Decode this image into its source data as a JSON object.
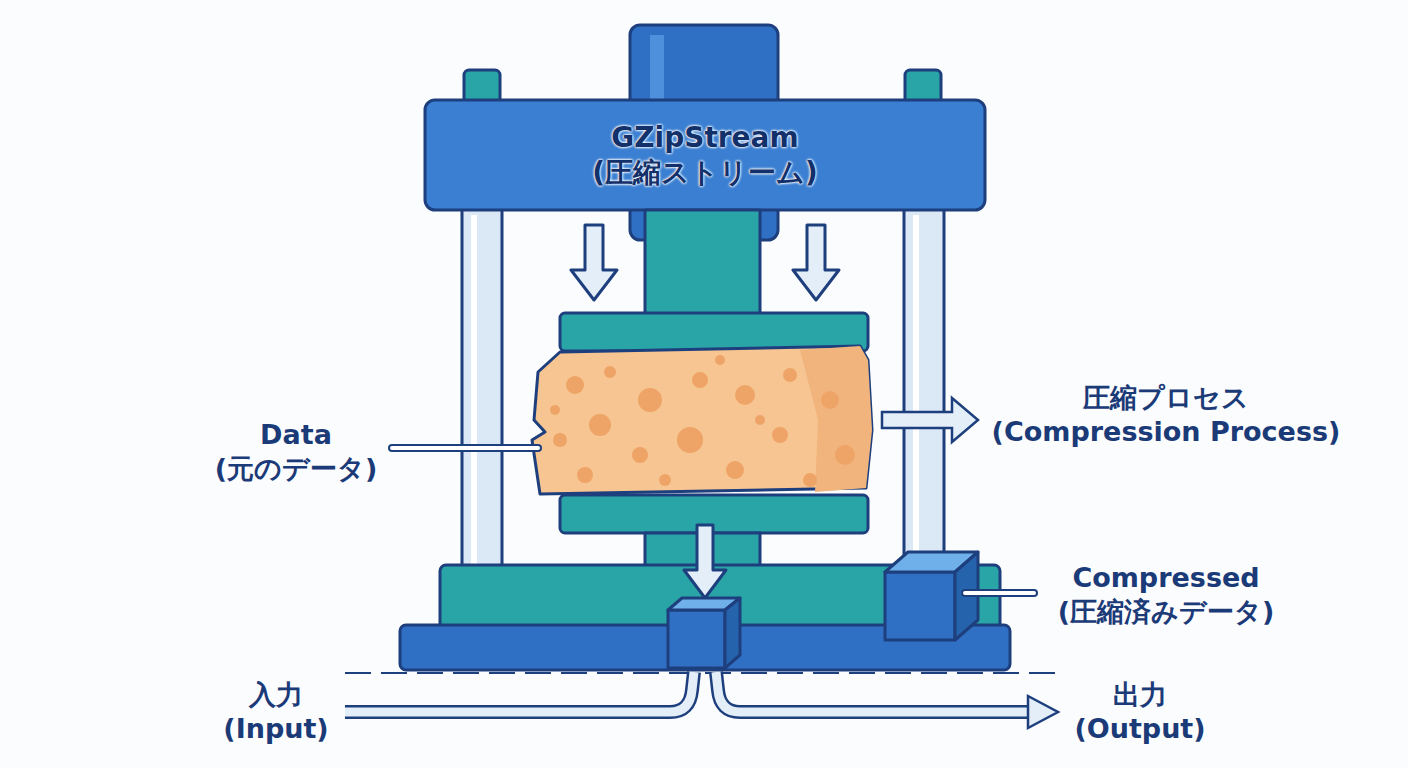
{
  "diagram": {
    "nodes": [
      {
        "text": [
          "GZipStream (圧縮ストリーム)"
        ]
      }
    ],
    "labels": [
      "Data (元のデータ)",
      "圧縮プロセス (Compression Process)",
      "Compressed (圧縮済みデータ)",
      "入力 (Input)",
      "出力 (Output)"
    ]
  }
}
